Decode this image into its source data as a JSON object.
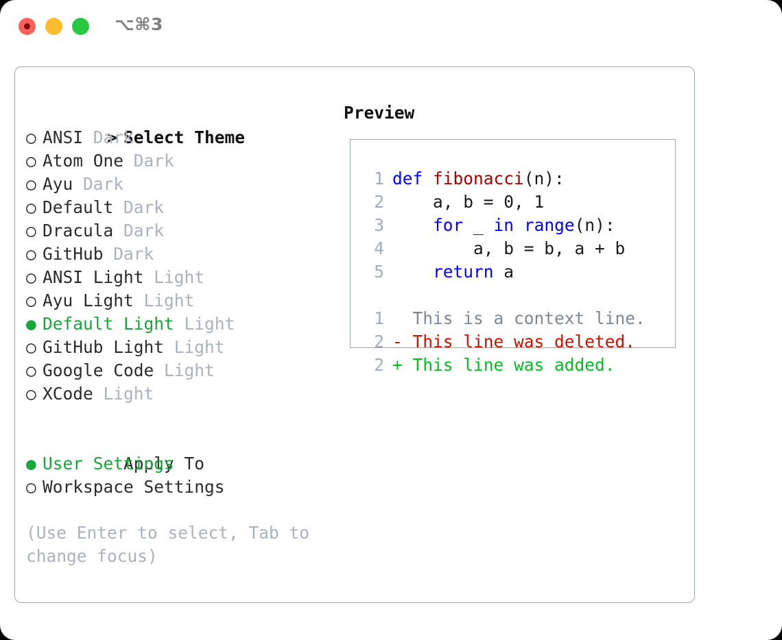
{
  "titlebar": {
    "label": "⌥⌘3",
    "buttons": {
      "close": "close-traffic-light",
      "minimize": "minimize-traffic-light",
      "maximize": "maximize-traffic-light"
    }
  },
  "colors": {
    "accent_green": "#16a63c",
    "muted": "#aab2bd",
    "border": "#9aa7b4",
    "keyword_blue": "#0000ff",
    "function_red": "#aa0000",
    "diff_added": "#00c020",
    "diff_deleted": "#cc1100",
    "linenum": "#a3adba"
  },
  "theme_list": {
    "heading": {
      "prefix": ">",
      "label": "Select Theme"
    },
    "marker_unselected": "○",
    "marker_selected": "●",
    "items": [
      {
        "name": "ANSI",
        "category": "Dark",
        "selected": false
      },
      {
        "name": "Atom One",
        "category": "Dark",
        "selected": false
      },
      {
        "name": "Ayu",
        "category": "Dark",
        "selected": false
      },
      {
        "name": "Default",
        "category": "Dark",
        "selected": false
      },
      {
        "name": "Dracula",
        "category": "Dark",
        "selected": false
      },
      {
        "name": "GitHub",
        "category": "Dark",
        "selected": false
      },
      {
        "name": "ANSI Light",
        "category": "Light",
        "selected": false
      },
      {
        "name": "Ayu Light",
        "category": "Light",
        "selected": false
      },
      {
        "name": "Default Light",
        "category": "Light",
        "selected": true
      },
      {
        "name": "GitHub Light",
        "category": "Light",
        "selected": false
      },
      {
        "name": "Google Code",
        "category": "Light",
        "selected": false
      },
      {
        "name": "XCode",
        "category": "Light",
        "selected": false
      }
    ]
  },
  "apply_to": {
    "heading": "Apply To",
    "items": [
      {
        "name": "User Settings",
        "selected": true
      },
      {
        "name": "Workspace Settings",
        "selected": false
      }
    ]
  },
  "hint": "(Use Enter to select, Tab to change focus)",
  "preview": {
    "title": "Preview",
    "code_lines": [
      {
        "num": "1",
        "tokens": [
          {
            "t": "def",
            "c": "kw"
          },
          {
            "t": " ",
            "c": "pl"
          },
          {
            "t": "fibonacci",
            "c": "fn"
          },
          {
            "t": "(n):",
            "c": "pl"
          }
        ]
      },
      {
        "num": "2",
        "tokens": [
          {
            "t": "    a, b = 0, 1",
            "c": "pl"
          }
        ]
      },
      {
        "num": "3",
        "tokens": [
          {
            "t": "    ",
            "c": "pl"
          },
          {
            "t": "for",
            "c": "kw"
          },
          {
            "t": " _ ",
            "c": "pl"
          },
          {
            "t": "in",
            "c": "kw"
          },
          {
            "t": " ",
            "c": "pl"
          },
          {
            "t": "range",
            "c": "kw"
          },
          {
            "t": "(n):",
            "c": "pl"
          }
        ]
      },
      {
        "num": "4",
        "tokens": [
          {
            "t": "        a, b = b, a + b",
            "c": "pl"
          }
        ]
      },
      {
        "num": "5",
        "tokens": [
          {
            "t": "    ",
            "c": "pl"
          },
          {
            "t": "return",
            "c": "kw"
          },
          {
            "t": " a",
            "c": "pl"
          }
        ]
      }
    ],
    "diff_lines": [
      {
        "num": "1",
        "sign": " ",
        "text": " This is a context line.",
        "kind": "ctx"
      },
      {
        "num": "2",
        "sign": "-",
        "text": " This line was deleted.",
        "kind": "del"
      },
      {
        "num": "2",
        "sign": "+",
        "text": " This line was added.",
        "kind": "add"
      }
    ]
  }
}
